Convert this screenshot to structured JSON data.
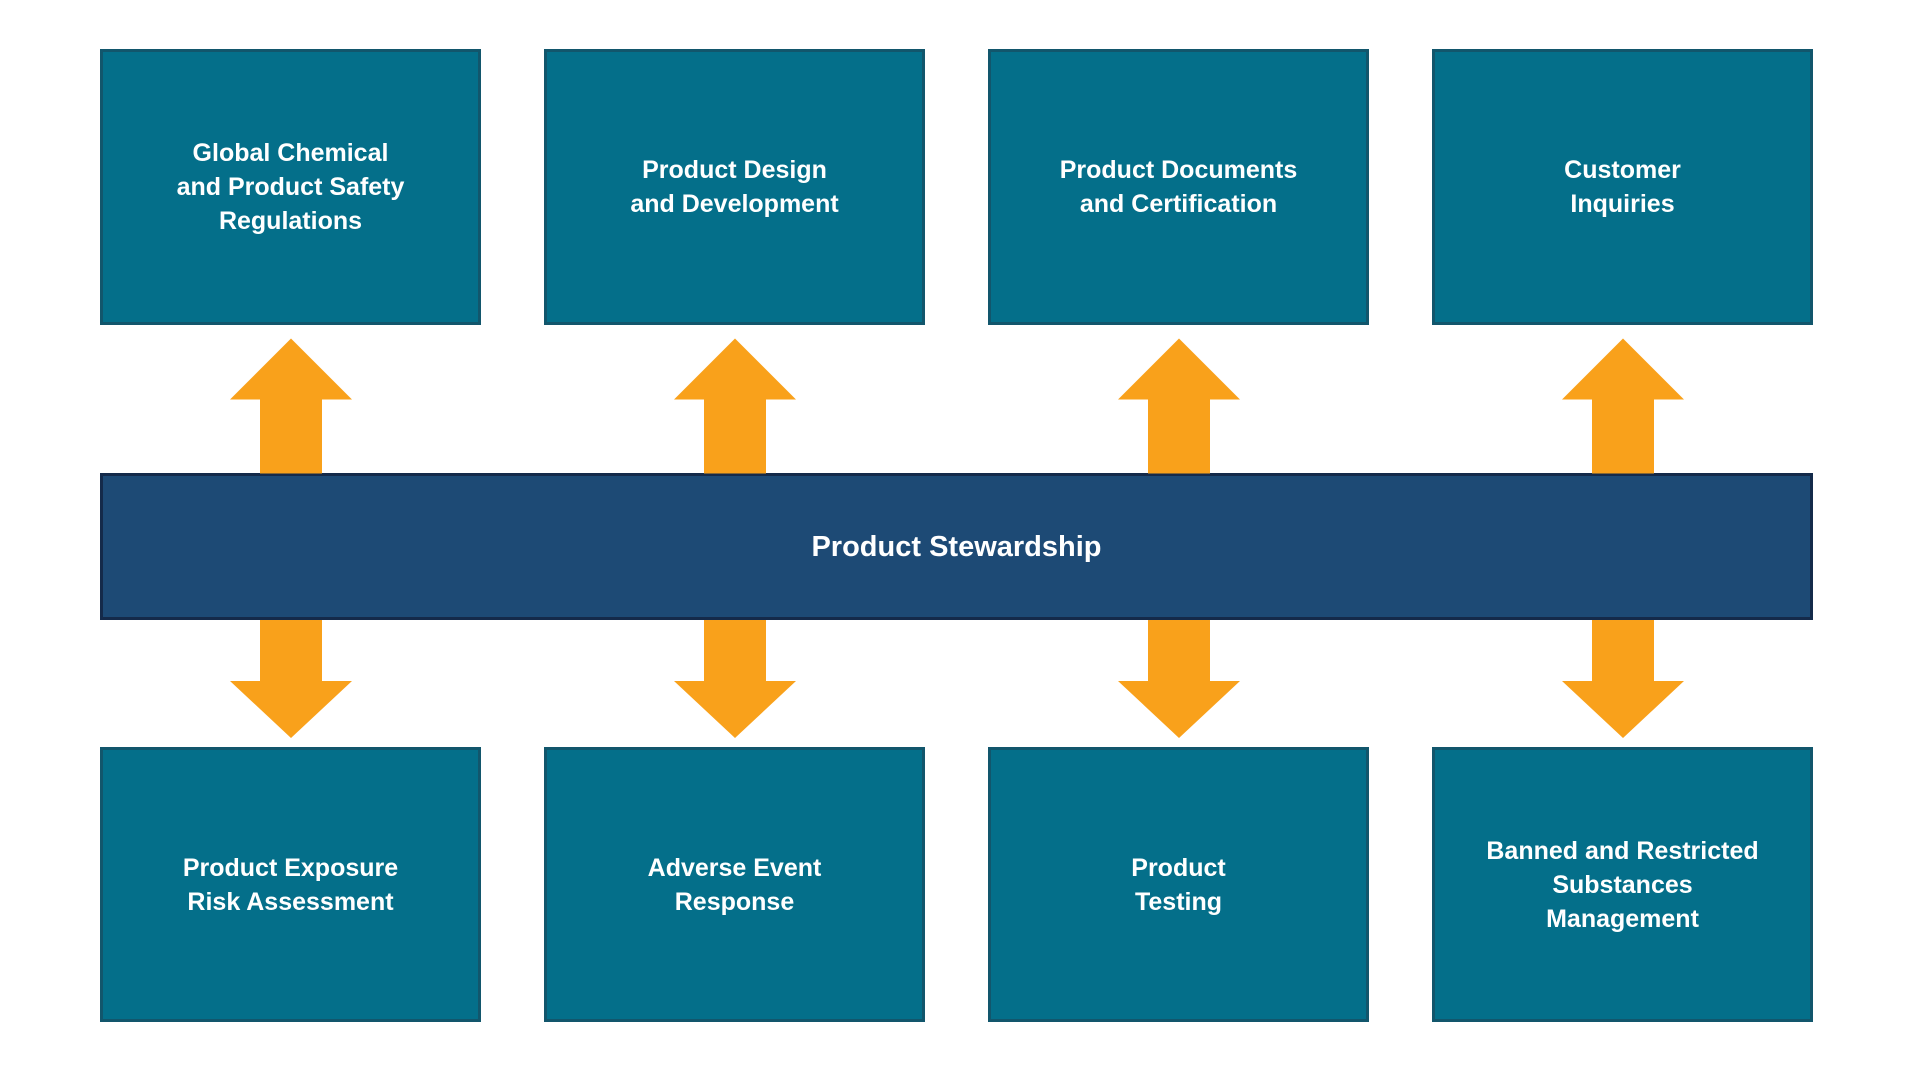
{
  "diagram": {
    "title": "Product Stewardship",
    "center_band": {
      "label": "Product Stewardship"
    },
    "top_row": {
      "boxes": [
        {
          "label": "Global Chemical\nand Product Safety\nRegulations"
        },
        {
          "label": "Product Design\nand Development"
        },
        {
          "label": "Product Documents\nand Certification"
        },
        {
          "label": "Customer\nInquiries"
        }
      ]
    },
    "bottom_row": {
      "boxes": [
        {
          "label": "Product Exposure\nRisk Assessment"
        },
        {
          "label": "Adverse Event\nResponse"
        },
        {
          "label": "Product\nTesting"
        },
        {
          "label": "Banned and Restricted\nSubstances\nManagement"
        }
      ]
    },
    "arrows": {
      "top_direction": "up",
      "bottom_direction": "down",
      "count_top": 4,
      "count_bottom": 4
    },
    "colors": {
      "background": "#FFFFFF",
      "box_fill": "#046F8A",
      "box_border": "#12566C",
      "band_fill": "#1D4A75",
      "band_border": "#142A4A",
      "arrow": "#F9A11B",
      "text": "#FFFFFF"
    }
  }
}
